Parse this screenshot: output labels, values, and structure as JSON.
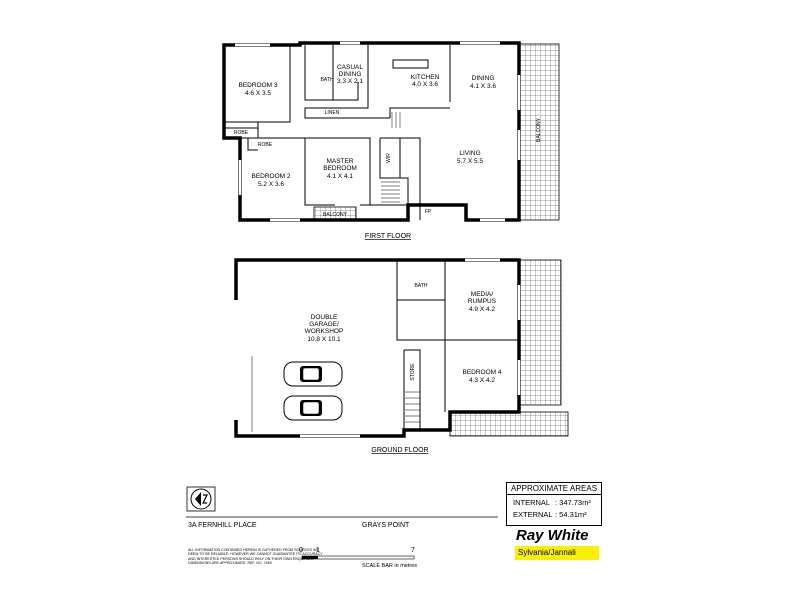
{
  "floors": {
    "first": {
      "title": "FIRST FLOOR",
      "rooms": [
        {
          "id": "bedroom3",
          "name": "BEDROOM 3",
          "dims": "4.6 X 3.5"
        },
        {
          "id": "bath1",
          "name": "BATH"
        },
        {
          "id": "casual",
          "name": "CASUAL DINING",
          "name_line1": "CASUAL",
          "name_line2": "DINING",
          "dims": "3.3 X 2.1"
        },
        {
          "id": "kitchen",
          "name": "KITCHEN",
          "dims": "4.0 X 3.6"
        },
        {
          "id": "dining",
          "name": "DINING",
          "dims": "4.1 X 3.6"
        },
        {
          "id": "linen",
          "name": "LINEN"
        },
        {
          "id": "robe1",
          "name": "ROBE"
        },
        {
          "id": "robe2",
          "name": "ROBE"
        },
        {
          "id": "bedroom2",
          "name": "BEDROOM 2",
          "dims": "5.2 X 3.6"
        },
        {
          "id": "master",
          "name_line1": "MASTER",
          "name_line2": "BEDROOM",
          "dims": "4.1 X 4.1"
        },
        {
          "id": "wir",
          "name": "WIR"
        },
        {
          "id": "living",
          "name": "LIVING",
          "dims": "5.7 X 5.5"
        },
        {
          "id": "balcony1",
          "name": "BALCONY"
        },
        {
          "id": "balcony2",
          "name": "BALCONY"
        },
        {
          "id": "fp",
          "name": "FP"
        }
      ]
    },
    "ground": {
      "title": "GROUND FLOOR",
      "rooms": [
        {
          "id": "garage",
          "name_line1": "DOUBLE",
          "name_line2": "GARAGE/",
          "name_line3": "WORKSHOP",
          "dims": "10.8 X 10.1"
        },
        {
          "id": "bath2",
          "name": "BATH"
        },
        {
          "id": "media",
          "name_line1": "MEDIA/",
          "name_line2": "RUMPUS",
          "dims": "4.9 X 4.2"
        },
        {
          "id": "store",
          "name": "STORE"
        },
        {
          "id": "bedroom4",
          "name": "BEDROOM 4",
          "dims": "4.3 X 4.2"
        }
      ]
    }
  },
  "property": {
    "address": "3A FERNHILL PLACE",
    "suburb": "GRAYS POINT"
  },
  "scale": {
    "tick0": "0",
    "tick1": "1",
    "tick7": "7",
    "label": "SCALE BAR in metres"
  },
  "disclaimer": "ALL INFORMATION CONTAINED HEREIN IS GATHERED FROM SOURCES WE DEEM TO BE RELIABLE. HOWEVER WE CANNOT GUARANTEE ITS ACCURACY AND INTERESTED PERSONS SHOULD RELY ON THEIR OWN ENQUIRIES. DIMENSIONS ARE APPROXIMATE. Ref. No. 7469",
  "areas": {
    "title": "APPROXIMATE AREAS",
    "internal_label": "INTERNAL",
    "internal_value": ": 347.73m²",
    "external_label": "EXTERNAL",
    "external_value": ": 54.31m²"
  },
  "brand": {
    "name": "Ray White",
    "office": "Sylvania/Jannali",
    "highlight_color": "#f8f000"
  },
  "north_icon": "north-arrow-icon"
}
